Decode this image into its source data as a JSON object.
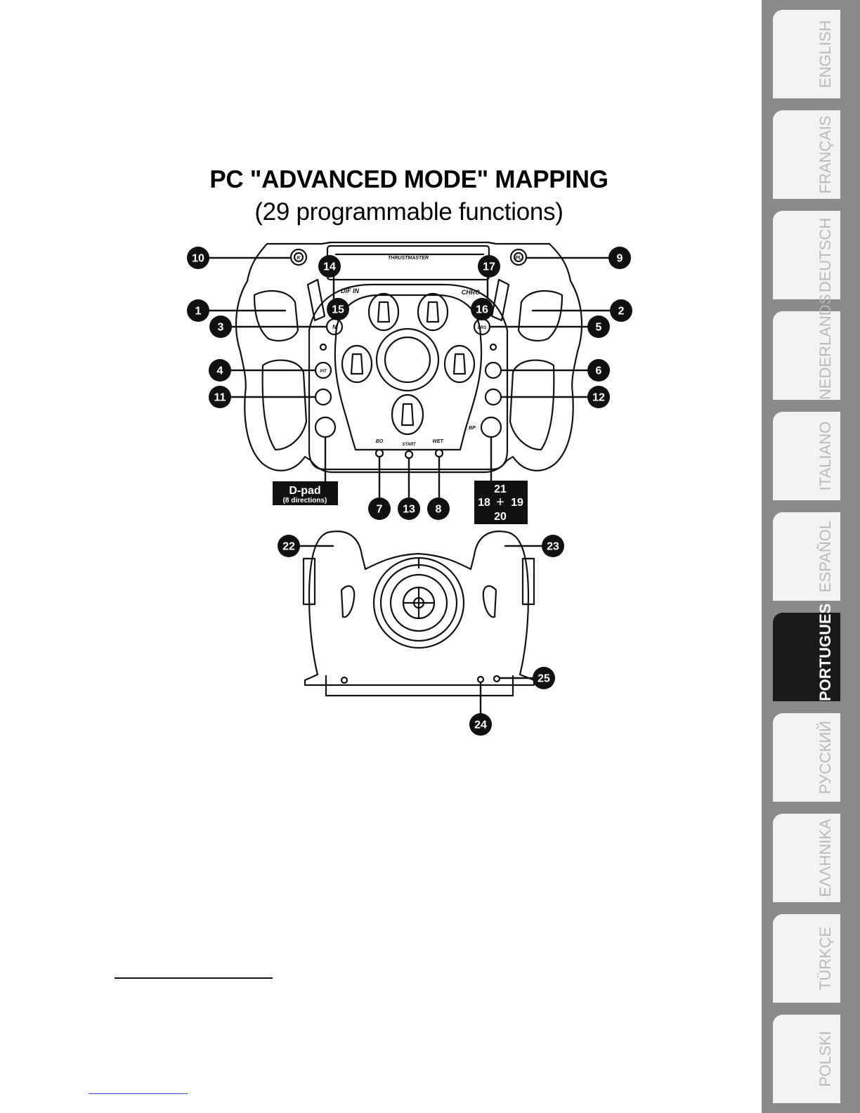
{
  "document": {
    "title": "PC \"ADVANCED MODE\" MAPPING",
    "subtitle": "(29 programmable functions)"
  },
  "wheel_front": {
    "brand": "THRUSTMASTER",
    "paddle_left_label": "DIF IN",
    "paddle_right_label": "CHRG",
    "button_labels": {
      "k": "K",
      "pl": "PL",
      "n": "N",
      "drs": "DRS",
      "pit": "PIT",
      "bo": "BO",
      "start": "START",
      "wet": "WET",
      "bp": "BP"
    },
    "callouts": [
      "1",
      "2",
      "3",
      "4",
      "5",
      "6",
      "7",
      "8",
      "9",
      "10",
      "11",
      "12",
      "13",
      "14",
      "15",
      "16",
      "17"
    ],
    "dpad_box": {
      "title": "D-pad",
      "subtitle": "(8 directions)"
    },
    "pov_box": {
      "top": "21",
      "left": "18",
      "right": "19",
      "bottom": "20",
      "plus": "+"
    }
  },
  "wheel_rear": {
    "callouts": [
      "22",
      "23",
      "24",
      "25"
    ]
  },
  "language_tabs": [
    {
      "label": "ENGLISH",
      "active": false
    },
    {
      "label": "FRANÇAIS",
      "active": false
    },
    {
      "label": "DEUTSCH",
      "active": false
    },
    {
      "label": "NEDERLANDS",
      "active": false
    },
    {
      "label": "ITALIANO",
      "active": false
    },
    {
      "label": "ESPAÑOL",
      "active": false
    },
    {
      "label": "PORTUGUES",
      "active": true
    },
    {
      "label": "РУССКИЙ",
      "active": false
    },
    {
      "label": "ΕΛΛΗΝΙΚΑ",
      "active": false
    },
    {
      "label": "TÜRKÇE",
      "active": false
    },
    {
      "label": "POLSKI",
      "active": false
    }
  ],
  "colors": {
    "badge": "#111111",
    "tab_strip": "#8a8a8a",
    "tab_active": "#1a1a1a",
    "link": "#2a4fd0"
  }
}
